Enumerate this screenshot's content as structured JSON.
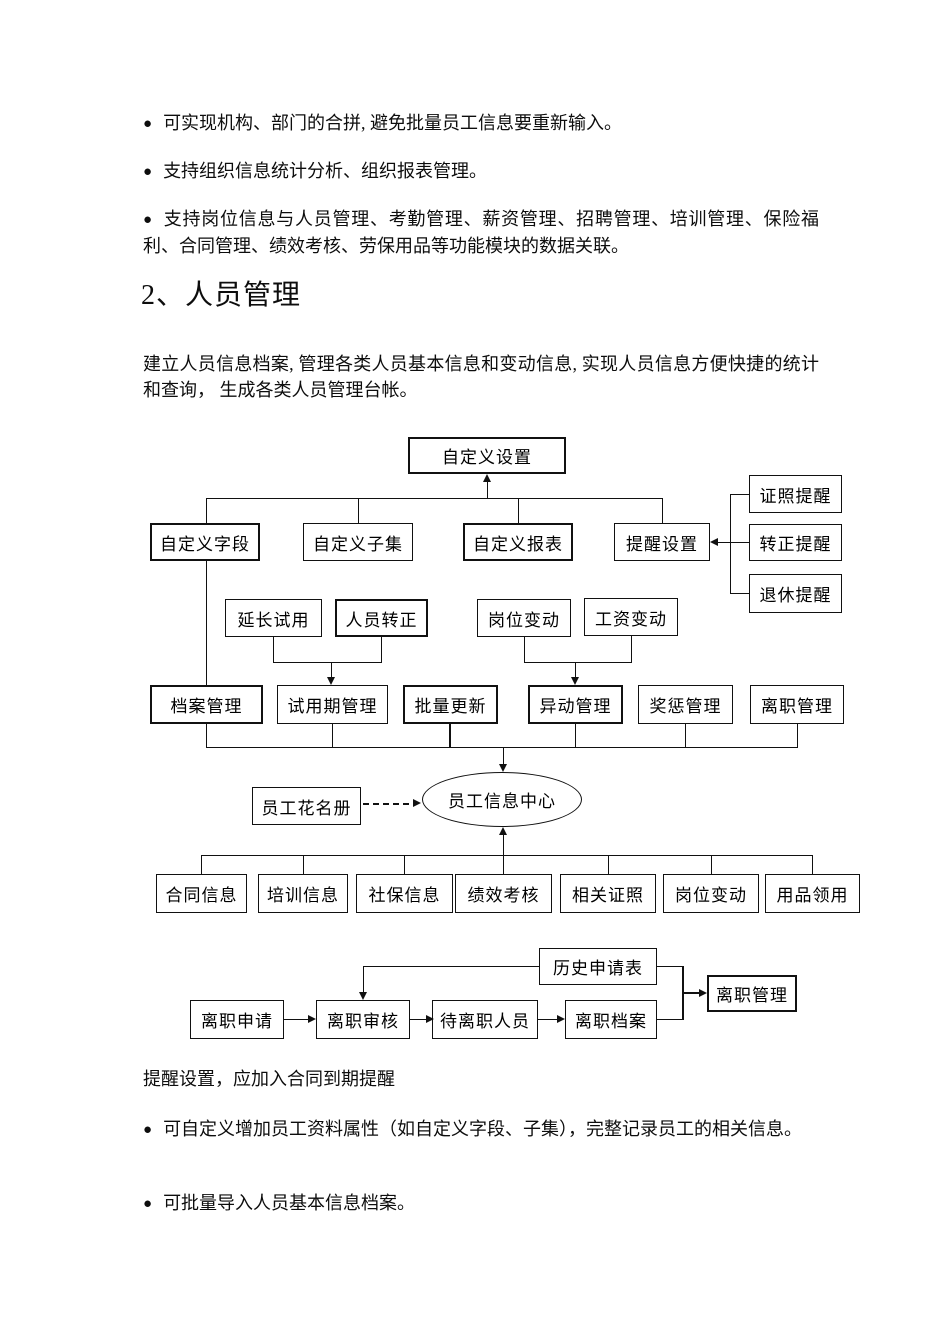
{
  "doc": {
    "bullet_glyph": "●",
    "bullets_top": [
      "可实现机构、部门的合拼, 避免批量员工信息要重新输入。",
      "支持组织信息统计分析、组织报表管理。",
      "支持岗位信息与人员管理、考勤管理、薪资管理、招聘管理、培训管理、保险福利、合同管理、绩效考核、劳保用品等功能模块的数据关联。"
    ],
    "heading": "2、人员管理",
    "intro": "建立人员信息档案, 管理各类人员基本信息和变动信息, 实现人员信息方便快捷的统计和查询， 生成各类人员管理台帐。",
    "note": "提醒设置，应加入合同到期提醒",
    "bullets_bottom": [
      "可自定义增加员工资料属性（如自定义字段、子集），完整记录员工的相关信息。",
      "可批量导入人员基本信息档案。"
    ]
  },
  "diagram": {
    "line_color": "#111111",
    "boxes": {
      "custom_settings": "自定义设置",
      "custom_fields": "自定义字段",
      "custom_subset": "自定义子集",
      "custom_reports": "自定义报表",
      "reminder_settings": "提醒设置",
      "cert_reminder": "证照提醒",
      "regular_reminder": "转正提醒",
      "retire_reminder": "退休提醒",
      "extend_trial": "延长试用",
      "staff_regular": "人员转正",
      "post_change": "岗位变动",
      "salary_change": "工资变动",
      "archive_mgmt": "档案管理",
      "trial_mgmt": "试用期管理",
      "batch_update": "批量更新",
      "transfer_mgmt": "异动管理",
      "reward_mgmt": "奖惩管理",
      "resign_mgmt": "离职管理",
      "staff_center": "员工信息中心",
      "staff_roster": "员工花名册",
      "contract_info": "合同信息",
      "training_info": "培训信息",
      "social_info": "社保信息",
      "perf_review": "绩效考核",
      "related_cert": "相关证照",
      "post_change2": "岗位变动",
      "supplies": "用品领用",
      "history_form": "历史申请表",
      "resign_apply": "离职申请",
      "resign_audit": "离职审核",
      "resign_pending": "待离职人员",
      "resign_archive": "离职档案",
      "resign_mgmt2": "离职管理"
    },
    "connections": [
      "自定义字段/自定义子集/自定义报表/提醒设置 → 自定义设置",
      "证照提醒/转正提醒/退休提醒 → 提醒设置",
      "延长试用+人员转正 → 试用期管理",
      "岗位变动+工资变动 → 异动管理",
      "自定义字段 — 档案管理",
      "档案管理/试用期管理/批量更新/异动管理/奖惩管理/离职管理 → 员工信息中心",
      "员工花名册 ⇢ 员工信息中心 (虚线)",
      "合同信息/培训信息/社保信息/绩效考核/相关证照/岗位变动/用品领用 → 员工信息中心",
      "离职申请 → 离职审核 → 待离职人员 → 离职档案 → 离职管理",
      "历史申请表 → 离职审核",
      "历史申请表 → 离职管理"
    ]
  }
}
